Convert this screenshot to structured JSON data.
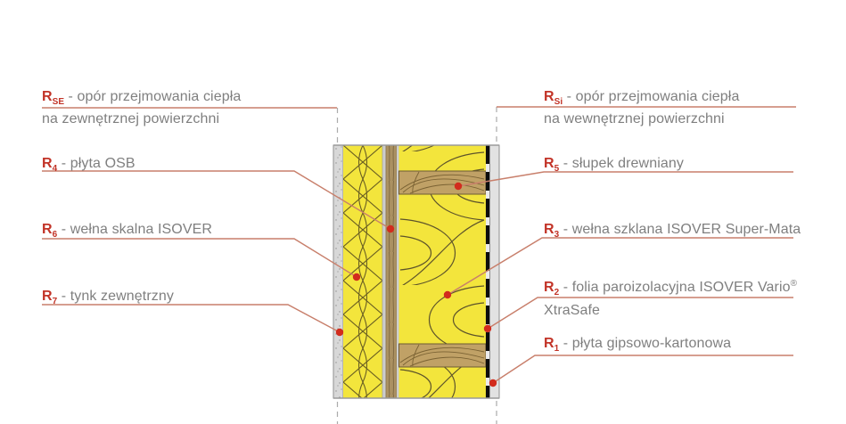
{
  "figure": {
    "kind": "wall construction cross-section with thermal resistance labels",
    "language": "pl"
  },
  "colors": {
    "label_red": "#c23327",
    "text_gray": "#7f7f7f",
    "callout_line": "#c87f6b",
    "dot_red": "#d22c1d",
    "reference_dash_gray": "#ababab",
    "insulation_yellow": "#f3e53c",
    "insulation_stroke": "#5d532a",
    "wood_fill": "#c0a166",
    "wood_stroke": "#6d5a33",
    "osb_fill": "#ab9162",
    "plaster_gray": "#d8d8d8",
    "gypsum_gray": "#e2e2e2",
    "foil_black": "#0d0d0d"
  },
  "labels": {
    "left": [
      {
        "id": "RSE",
        "symbol": "R",
        "sub": "SE",
        "text": " - opór przejmowania ciepła",
        "text2": "na zewnętrznej powierzchni"
      },
      {
        "id": "R4",
        "symbol": "R",
        "sub": "4",
        "text": " - płyta OSB"
      },
      {
        "id": "R6",
        "symbol": "R",
        "sub": "6",
        "text": " - wełna skalna ISOVER"
      },
      {
        "id": "R7",
        "symbol": "R",
        "sub": "7",
        "text": " - tynk zewnętrzny"
      }
    ],
    "right": [
      {
        "id": "RSi",
        "symbol": "R",
        "sub": "Si",
        "text": " - opór przejmowania ciepła",
        "text2": "na wewnętrznej powierzchni"
      },
      {
        "id": "R5",
        "symbol": "R",
        "sub": "5",
        "text": " - słupek drewniany"
      },
      {
        "id": "R3",
        "symbol": "R",
        "sub": "3",
        "text": " - wełna szklana ISOVER Super-Mata"
      },
      {
        "id": "R2",
        "symbol": "R",
        "sub": "2",
        "text": " - folia paroizolacyjna ISOVER Vario",
        "sup": "®",
        "text2": "XtraSafe"
      },
      {
        "id": "R1",
        "symbol": "R",
        "sub": "1",
        "text": " - płyta gipsowo-kartonowa"
      }
    ]
  }
}
